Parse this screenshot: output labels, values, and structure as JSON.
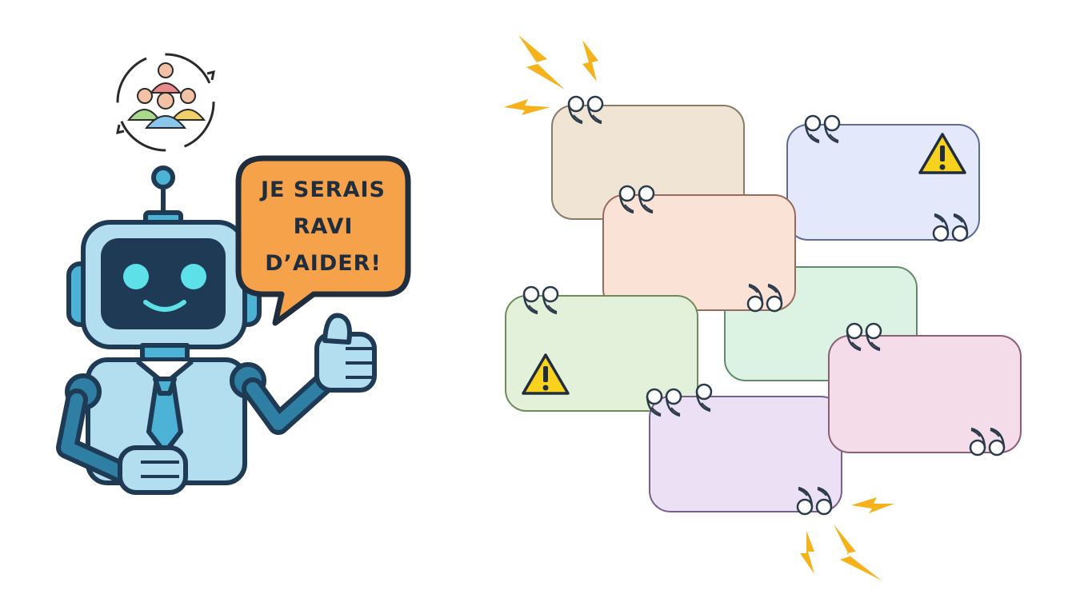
{
  "speech_bubble": {
    "lines": [
      "JE SERAIS",
      "RAVI",
      "D’AIDER!"
    ],
    "fill_color": "#f6a24a"
  },
  "robot": {
    "face_color": "#5ee0e8",
    "body_color": "#b3def0",
    "outline_color": "#1f3a55",
    "tie_color": "#4db3d6"
  },
  "team_icon": {
    "name": "team-rotation-icon"
  },
  "quote_cards": [
    {
      "name": "beige",
      "color": "#f0e4d4",
      "border": "#8a7a66",
      "warning": false
    },
    {
      "name": "blue",
      "color": "#e3e8fb",
      "border": "#5c6a9a",
      "warning": true
    },
    {
      "name": "peach",
      "color": "#fbe2d6",
      "border": "#9a6a5c",
      "warning": false
    },
    {
      "name": "green",
      "color": "#dcf2e2",
      "border": "#5e8c6a",
      "warning": false
    },
    {
      "name": "light-green",
      "color": "#e3f0da",
      "border": "#6e8c5a",
      "warning": true
    },
    {
      "name": "pink",
      "color": "#f4dde8",
      "border": "#8c5e78",
      "warning": false
    },
    {
      "name": "purple",
      "color": "#ece0f5",
      "border": "#7a5e8c",
      "warning": false
    }
  ],
  "accent_colors": {
    "lightning": "#f5b21b",
    "warning": "#f8d21c"
  }
}
